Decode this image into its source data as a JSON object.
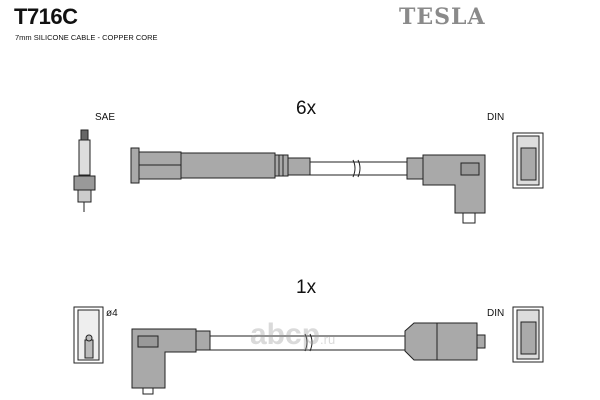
{
  "header": {
    "part_number": "T716C",
    "description": "7mm SILICONE CABLE - COPPER CORE",
    "brand": "TESLA"
  },
  "leads": [
    {
      "quantity": "6x",
      "left_label": "SAE",
      "right_label": "DIN"
    },
    {
      "quantity": "1x",
      "left_label": "ø4",
      "right_label": "DIN"
    }
  ],
  "watermark": {
    "main": "abcp",
    "suffix": ".ru"
  },
  "colors": {
    "part_fill": "#a9a9a9",
    "outline": "#222222"
  }
}
